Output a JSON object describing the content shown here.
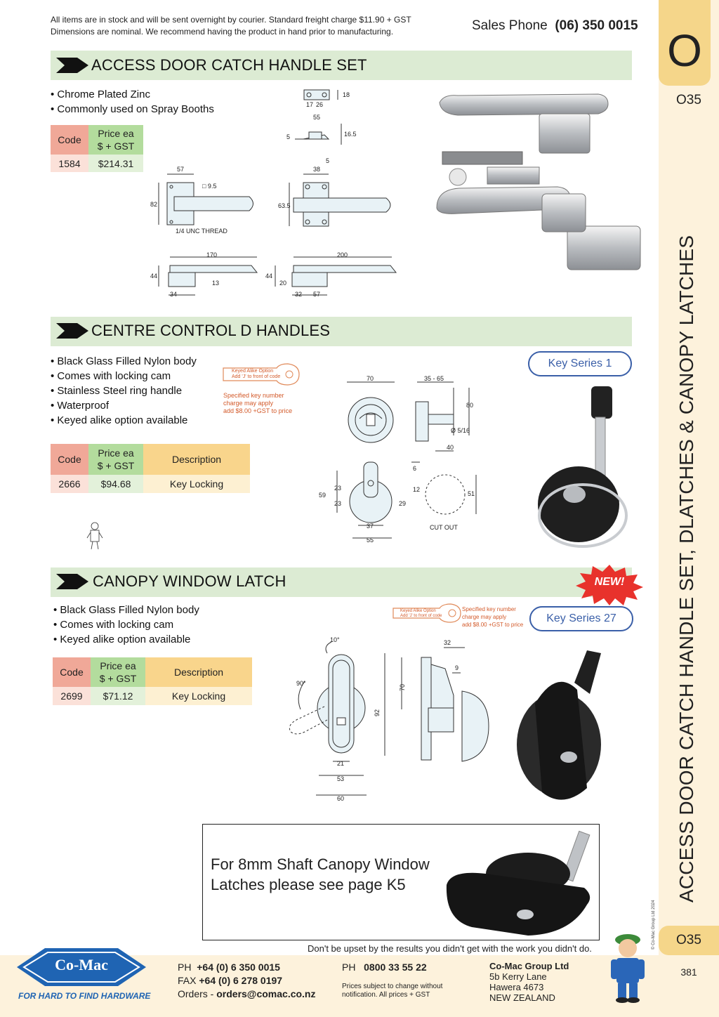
{
  "header": {
    "notice_line1": "All items are in stock and will be sent overnight by courier. Standard freight charge $11.90 + GST",
    "notice_line2": "Dimensions are nominal. We recommend having the product in hand prior to manufacturing.",
    "sales_label": "Sales Phone",
    "sales_number": "(06) 350 0015"
  },
  "sidebar": {
    "letter": "O",
    "page_code_top": "O35",
    "vertical_title": "ACCESS DOOR CATCH HANDLE SET, DLATCHES & CANOPY LATCHES",
    "copyright": "© Co-Mac Group Ltd 2024",
    "page_code_bottom": "O35",
    "page_number": "381"
  },
  "sections": {
    "access": {
      "title": "ACCESS DOOR CATCH HANDLE SET",
      "bullets": [
        "• Chrome Plated Zinc",
        "• Commonly used on Spray Booths"
      ],
      "table": {
        "headers": [
          "Code",
          "Price ea",
          "$ + GST"
        ],
        "rows": [
          {
            "code": "1584",
            "price": "$214.31"
          }
        ]
      },
      "dims": {
        "d17": "17",
        "d26": "26",
        "d18": "18",
        "d55": "55",
        "d5a": "5",
        "d16_5": "16.5",
        "d5b": "5",
        "d57": "57",
        "d9_5": "□ 9.5",
        "d82": "82",
        "thread": "1/4 UNC THREAD",
        "d38": "38",
        "d63_5": "63.5",
        "d170": "170",
        "d44a": "44",
        "d34": "34",
        "d13": "13",
        "d200": "200",
        "d44b": "44",
        "d20": "20",
        "d32": "32",
        "d57b": "57"
      }
    },
    "centre": {
      "title": "CENTRE CONTROL D HANDLES",
      "bullets": [
        "• Black Glass Filled Nylon body",
        "• Comes with locking cam",
        "• Stainless Steel ring handle",
        "• Waterproof",
        "• Keyed alike option available"
      ],
      "table": {
        "headers": [
          "Code",
          "Price ea",
          "$ + GST",
          "Description"
        ],
        "rows": [
          {
            "code": "2666",
            "price": "$94.68",
            "desc": "Key Locking"
          }
        ]
      },
      "key_series": "Key Series 1",
      "key_tag_line1": "Keyed Alike Option",
      "key_tag_line2": "Add 'J' to front of code",
      "key_note_line1": "Specified key number",
      "key_note_line2": "charge may apply",
      "key_note_line3": "add $8.00 +GST to price",
      "dims": {
        "d70": "70",
        "d35_65": "35 - 65",
        "d80": "80",
        "d5_16": "Ø 5/16",
        "d40": "40",
        "d6": "6",
        "d59": "59",
        "d23a": "23",
        "d23b": "23",
        "d29": "29",
        "d12": "12",
        "d37": "37",
        "d55": "55",
        "d51": "51",
        "cutout": "CUT OUT"
      }
    },
    "canopy": {
      "title": "CANOPY WINDOW LATCH",
      "badge": "NEW!",
      "bullets": [
        "• Black Glass Filled Nylon body",
        "• Comes with locking cam",
        "• Keyed alike option available"
      ],
      "table": {
        "headers": [
          "Code",
          "Price ea",
          "$ + GST",
          "Description"
        ],
        "rows": [
          {
            "code": "2699",
            "price": "$71.12",
            "desc": "Key Locking"
          }
        ]
      },
      "key_series": "Key Series 27",
      "key_tag_line1": "Keyed Alike Option",
      "key_tag_line2": "Add 'J' to front of code",
      "key_note_line1": "Specified key number",
      "key_note_line2": "charge may apply",
      "key_note_line3": "add $8.00 +GST to price",
      "dims": {
        "d10": "10°",
        "d90": "90°",
        "d92": "92",
        "d21": "21",
        "d53": "53",
        "d60": "60",
        "d32": "32",
        "d9": "9",
        "d70": "70"
      }
    }
  },
  "shaft_box": {
    "line1": "For 8mm Shaft Canopy Window",
    "line2": "Latches please see page K5"
  },
  "quote": "Don't be upset by the results you didn't get with the work you didn't do.",
  "footer": {
    "logo_text": "Co-Mac",
    "tagline": "FOR HARD TO FIND HARDWARE",
    "ph_label": "PH",
    "ph_number": "+64 (0) 6 350 0015",
    "fax_label": "FAX",
    "fax_number": "+64 (0) 6 278 0197",
    "orders_label": "Orders -",
    "orders_email": "orders@comac.co.nz",
    "ph2_label": "PH",
    "ph2_number": "0800 33 55 22",
    "price_note_line1": "Prices subject to change without",
    "price_note_line2": "notification. All prices + GST",
    "company": "Co-Mac Group Ltd",
    "addr1": "5b Kerry Lane",
    "addr2": "Hawera 4673",
    "addr3": "NEW ZEALAND"
  },
  "colors": {
    "section_bar": "#dcebd3",
    "sidebar": "#fdf2dc",
    "tab": "#f5d68a",
    "key_series": "#3a5fa8",
    "logo_blue": "#1f64b3",
    "badge_red": "#e8322c"
  }
}
